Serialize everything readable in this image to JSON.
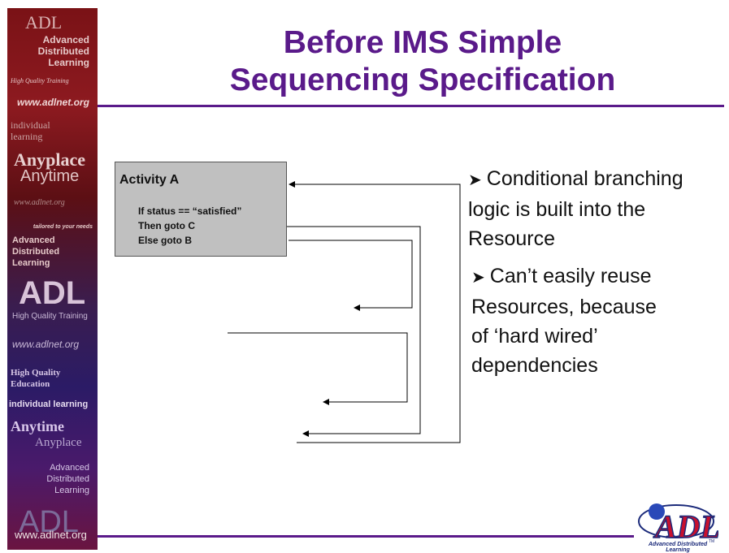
{
  "title": {
    "line1": "Before IMS Simple",
    "line2": "Sequencing Specification"
  },
  "activity": {
    "title": "Activity A",
    "code_line1": "If status == “satisfied”",
    "code_line2": "Then goto C",
    "code_line3": "Else goto B"
  },
  "bullets": [
    {
      "lines": [
        "Conditional branching",
        "logic is built into the",
        "Resource"
      ]
    },
    {
      "lines": [
        "Can’t easily reuse",
        "Resources, because",
        "of ‘hard wired’",
        "dependencies"
      ]
    }
  ],
  "sidebar": {
    "t1": "ADL",
    "t2": "Advanced",
    "t3": "Distributed",
    "t4": "Learning",
    "t5": "High Quality Training",
    "t6": "www.adlnet.org",
    "t7": "individual",
    "t8": "learning",
    "t9": "Anyplace",
    "t10": "Anytime",
    "t11": "www.adlnet.org",
    "t12": "tailored to your needs",
    "t13": "Advanced",
    "t14": "Distributed",
    "t15": "Learning",
    "t16": "ADL",
    "t17": "High Quality Training",
    "t18": "www.adlnet.org",
    "t19": "High Quality",
    "t20": "Education",
    "t21": "individual learning",
    "t22": "Anytime",
    "t23": "Anyplace",
    "t24": "Advanced",
    "t25": "Distributed",
    "t26": "Learning",
    "t27": "ADL"
  },
  "footer": {
    "url": "www.adlnet.org"
  },
  "logo": {
    "text": "ADL",
    "caption": "Advanced Distributed Learning",
    "tm": "TM"
  },
  "colors": {
    "title": "#5a1a8a",
    "rule": "#5a1a8a",
    "box": "#c0c0c0"
  }
}
